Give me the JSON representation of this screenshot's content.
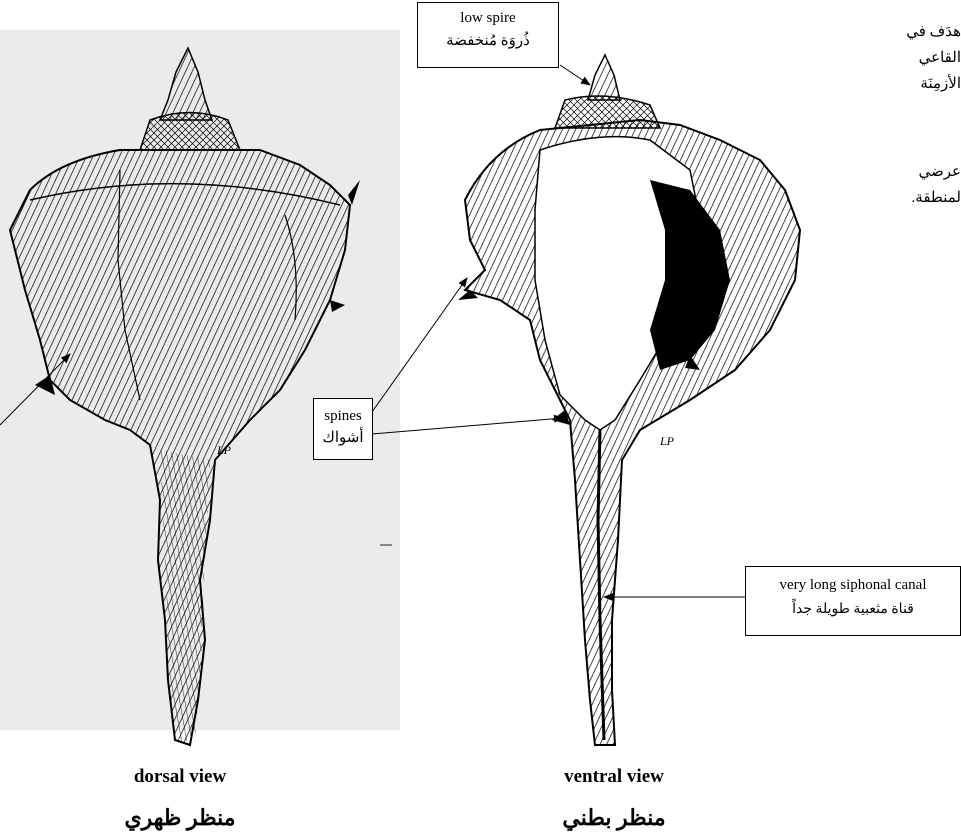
{
  "side_text": {
    "line1": "هدَف في",
    "line2": "القاعي",
    "line3": "الأزمِنَة",
    "line4": "عرضي",
    "line5": "لمنطقة."
  },
  "labels": {
    "low_spire": {
      "en": "low spire",
      "ar": "ذُروَة مُنخفضة"
    },
    "spines": {
      "en": "spines",
      "ar": "أشواك"
    },
    "siphonal_canal": {
      "en": "very long siphonal canal",
      "ar": "قناة مثعبية طويلة جداً"
    }
  },
  "captions": {
    "dorsal": {
      "en": "dorsal view",
      "ar": "منظر ظهري"
    },
    "ventral": {
      "en": "ventral view",
      "ar": "منظر بطني"
    }
  },
  "signature": "LP",
  "colors": {
    "ink": "#000000",
    "paper": "#ffffff",
    "faint_background": "#f3f3f3"
  }
}
